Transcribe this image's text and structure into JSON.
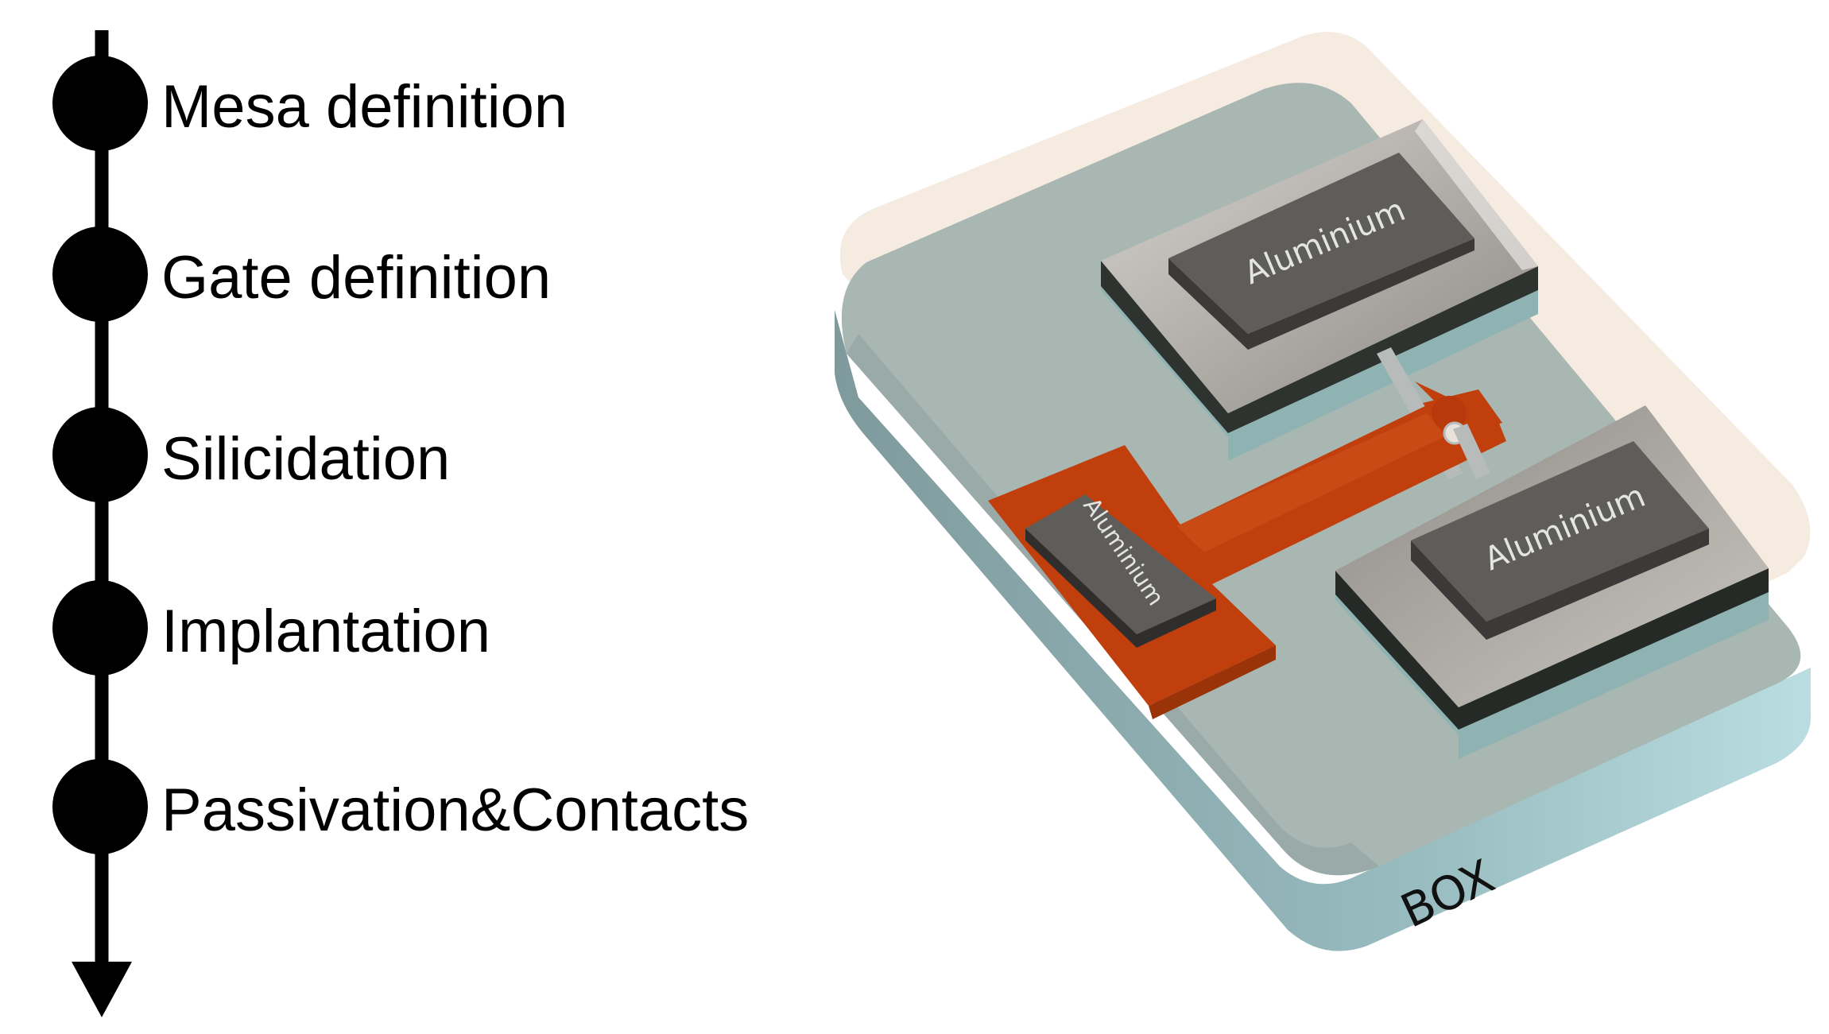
{
  "process_flow": {
    "steps": [
      {
        "label": "Mesa definition"
      },
      {
        "label": "Gate definition"
      },
      {
        "label": "Silicidation"
      },
      {
        "label": "Implantation"
      },
      {
        "label": "Passivation&Contacts"
      }
    ]
  },
  "device": {
    "substrate_label": "BOX",
    "contact_labels": [
      "Aluminium",
      "Aluminium",
      "Aluminium"
    ],
    "colors": {
      "box_top": "#a9b7b3",
      "box_side": "#86a8ab",
      "box_edge": "#b4d9dc",
      "passivation": "#f3e8da",
      "gate": "#c03f0d",
      "aluminium": "#5f5d5a",
      "pad_base": "#b7b3ad"
    }
  }
}
